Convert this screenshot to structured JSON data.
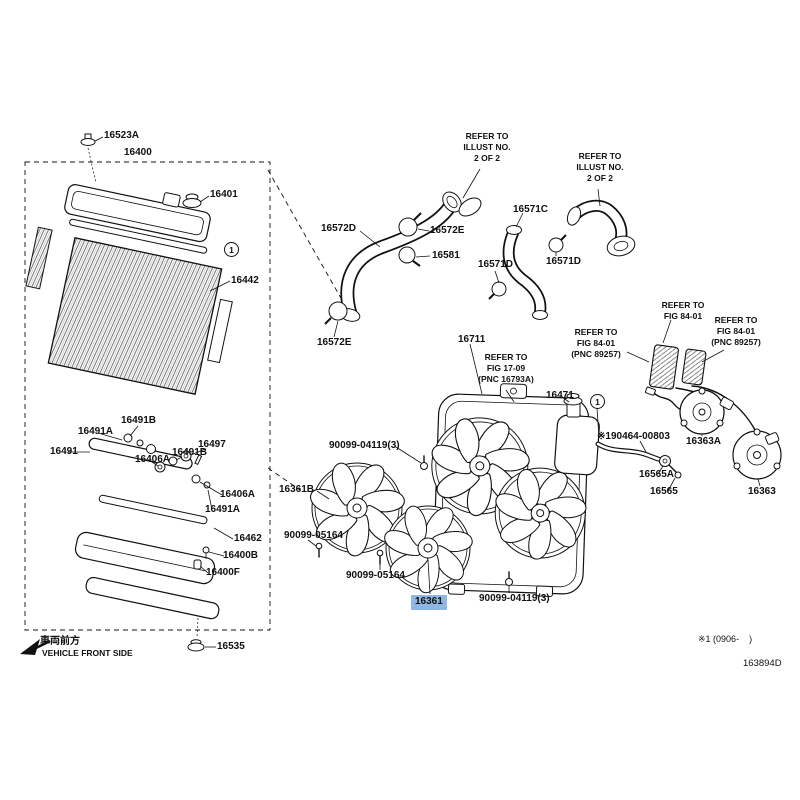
{
  "colors": {
    "highlight": "#8fb7e3",
    "line": "#111111"
  },
  "highlighted_part": "16361",
  "part_labels": [
    "16523A",
    "16400",
    "16401",
    "16442",
    "16491B",
    "16491A",
    "16491",
    "16406A",
    "16491B",
    "16497",
    "16406A",
    "16491A",
    "16462",
    "16400B",
    "16400F",
    "16535",
    "16572D",
    "16572E",
    "16581",
    "16571C",
    "16571D",
    "16571D",
    "16572E",
    "16711",
    "16471",
    "※190464-00803",
    "16363A",
    "16363",
    "16565A",
    "16565",
    "90099-04119(3)",
    "16361B",
    "90099-05164",
    "90099-05164",
    "16361",
    "90099-04119(3)"
  ],
  "refer_notes": [
    {
      "lines": [
        "REFER TO",
        "ILLUST NO.",
        "2 OF 2"
      ]
    },
    {
      "lines": [
        "REFER TO",
        "ILLUST NO.",
        "2 OF 2"
      ]
    },
    {
      "lines": [
        "REFER TO",
        "FIG 17-09",
        "(PNC 16793A)"
      ]
    },
    {
      "lines": [
        "REFER TO",
        "FIG 84-01",
        "(PNC 89257)"
      ]
    },
    {
      "lines": [
        "REFER TO",
        "FIG 84-01"
      ]
    },
    {
      "lines": [
        "REFER TO",
        "FIG 84-01",
        "(PNC 89257)"
      ]
    }
  ],
  "circled_numbers": [
    "1",
    "1"
  ],
  "front_side": {
    "jp": "車両前方",
    "en": "VEHICLE FRONT SIDE"
  },
  "footnote": "※1 (0906-    )",
  "doc_number": "163894D"
}
